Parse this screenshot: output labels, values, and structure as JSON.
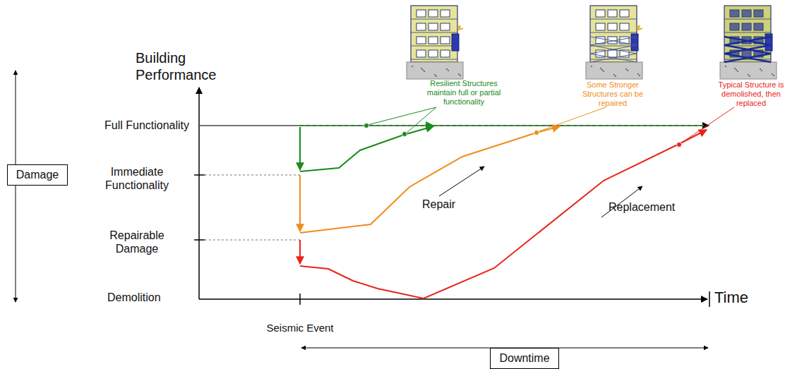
{
  "diagram": {
    "nodes": [
      {
        "text": [
          "Damage"
        ]
      },
      {
        "text": [
          "Downtime"
        ]
      }
    ],
    "labels": [
      "Building Performance",
      "Full Functionality",
      "Immediate Functionality",
      "Repairable Damage",
      "Demolition",
      "Time",
      "Seismic Event",
      "Repair",
      "Replacement",
      "Resilient Structures maintain full or partial functionality",
      "Some Stronger Structures can be repaired",
      "Typical Structure is demolished, then replaced"
    ]
  }
}
